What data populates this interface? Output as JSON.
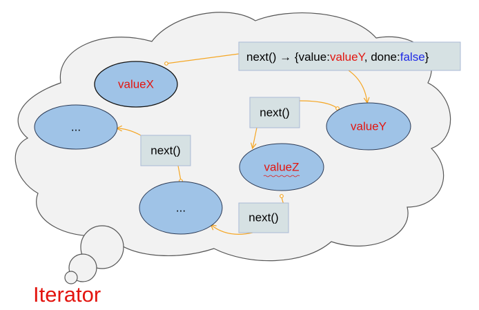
{
  "title": "Iterator",
  "colors": {
    "cloud_fill": "#f2f2f2",
    "cloud_stroke": "#555555",
    "node_fill": "#9fc3e7",
    "node_stroke": "#2b3a55",
    "box_fill": "#d6e1e3",
    "box_stroke": "#a9b9d6",
    "arrow": "#f5a623",
    "value_red": "#e3150f",
    "value_blue": "#1f29e6"
  },
  "nodes": {
    "valueX": "valueX",
    "valueY": "valueY",
    "valueZ": "valueZ",
    "ellipsis_left": "...",
    "ellipsis_bottom": "..."
  },
  "next_box": {
    "prefix": "next() → {value:",
    "value": "valueY",
    "middle": ", done:",
    "done": "false",
    "suffix": "}"
  },
  "next_labels": {
    "center": "next()",
    "left": "next()",
    "bottom": "next()"
  }
}
